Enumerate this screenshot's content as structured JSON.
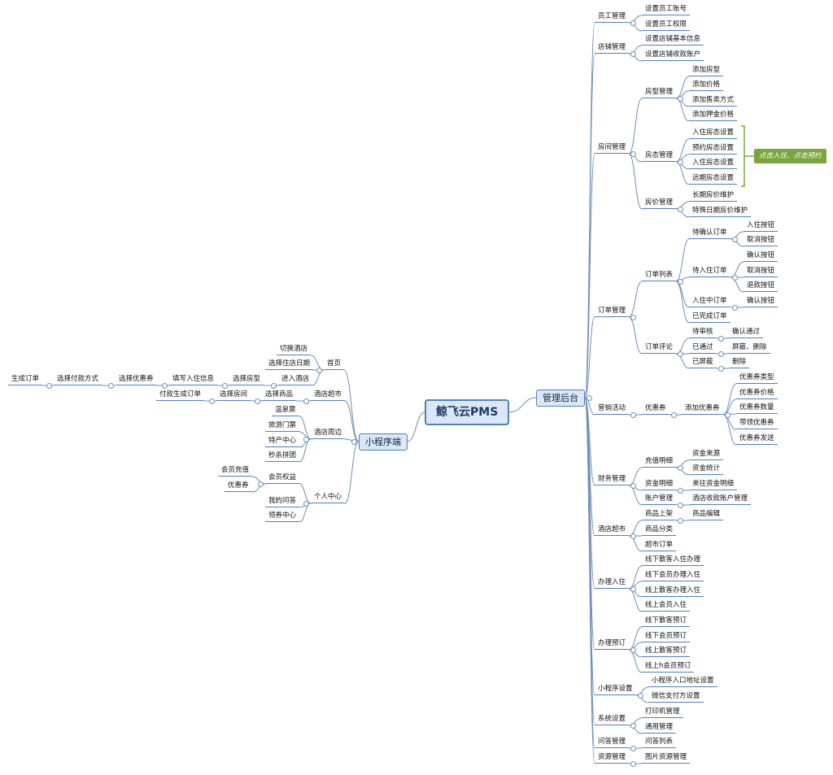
{
  "root": {
    "label": "鲸飞云PMS"
  },
  "mini": {
    "label": "小程序端"
  },
  "admin": {
    "label": "管理后台"
  },
  "callout": {
    "text": "点击入住、点击预约"
  },
  "mini_items": {
    "home": "首页",
    "switch_hotel": "切换酒店",
    "select_date": "选择住店日期",
    "enter_hotel": "进入酒店",
    "select_room_type": "选择房型",
    "fill_info": "填写入住信息",
    "select_coupon": "选择优惠券",
    "select_pay": "选择付款方式",
    "gen_order": "生成订单",
    "market": "酒店超市",
    "select_goods": "选择商品",
    "select_room": "选择房间",
    "pay_gen_order": "付款生成订单",
    "nearby": "酒店周边",
    "hot_spring": "温泉票",
    "tour_ticket": "旅游门票",
    "specialty": "特产中心",
    "flash_group": "秒杀拼团",
    "personal": "个人中心",
    "member_rights": "会员权益",
    "member_recharge": "会员充值",
    "coupon": "优惠券",
    "my_qa": "我的问答",
    "coupon_center": "领券中心"
  },
  "admin_items": {
    "staff": "员工管理",
    "staff_account": "设置员工账号",
    "staff_perm": "设置员工权限",
    "shop": "店铺管理",
    "shop_info": "设置店铺基本信息",
    "shop_account": "设置店铺收款账户",
    "room": "房间管理",
    "room_type": "房型管理",
    "add_room_type": "添加房型",
    "add_price": "添加价格",
    "add_sale": "添加售卖方式",
    "add_deposit": "添加押金价格",
    "room_state": "房态管理",
    "state_checkin": "入住房态设置",
    "state_reserve": "预约房态设置",
    "state_checkin2": "入住房态设置",
    "state_long": "远期房态设置",
    "room_price": "房价管理",
    "long_price": "长期房价维护",
    "special_price": "特殊日期房价维护",
    "order": "订单管理",
    "order_list": "订单列表",
    "pending_confirm": "待确认订单",
    "checkin_btn": "入住按钮",
    "cancel_btn": "取消按钮",
    "pending_checkin": "待入住订单",
    "confirm_btn": "确认按钮",
    "cancel_btn2": "取消按钮",
    "refund_btn": "退款按钮",
    "in_house": "入住中订单",
    "confirm_btn2": "确认按钮",
    "completed": "已完成订单",
    "order_review": "订单评论",
    "pending_review": "待审核",
    "confirm_pass": "确认通过",
    "passed": "已通过",
    "hide_delete": "屏蔽、删除",
    "hidden": "已屏蔽",
    "delete": "删除",
    "marketing": "营销活动",
    "coupon": "优惠券",
    "add_coupon": "添加优惠券",
    "coupon_type": "优惠券类型",
    "coupon_price": "优惠券价格",
    "coupon_qty": "优惠券数量",
    "collect_coupon": "带领优惠券",
    "send_coupon": "优惠券发送",
    "finance": "财务管理",
    "recharge_detail": "充值明细",
    "fund_source": "资金来源",
    "fund_stat": "资金统计",
    "fund_detail": "资金明细",
    "flow_detail": "来往资金明细",
    "account_mgmt": "账户管理",
    "hotel_account": "酒店收款账户管理",
    "market": "酒店超市",
    "goods_up": "商品上架",
    "goods_edit": "商品编辑",
    "goods_cat": "商品分类",
    "market_order": "超市订单",
    "checkin": "办理入住",
    "off_guest_checkin": "线下散客入住办理",
    "off_member_checkin": "线下会员办理入住",
    "on_guest_checkin": "线上散客办理入住",
    "on_member_checkin": "线上会员入住",
    "reserve": "办理预订",
    "off_guest_reserve": "线下散客预订",
    "off_member_reserve": "线下会员预订",
    "on_guest_reserve": "线上散客预订",
    "on_member_reserve": "线上h会员预订",
    "mini_setting": "小程序设置",
    "entry_addr": "小程序入口地址设置",
    "wx_pay": "微信支付方设置",
    "system": "系统设置",
    "printer": "打印机管理",
    "general": "通用管理",
    "qa": "问答管理",
    "qa_list": "问答列表",
    "resource": "资源管理",
    "image_res": "图片资源管理"
  }
}
